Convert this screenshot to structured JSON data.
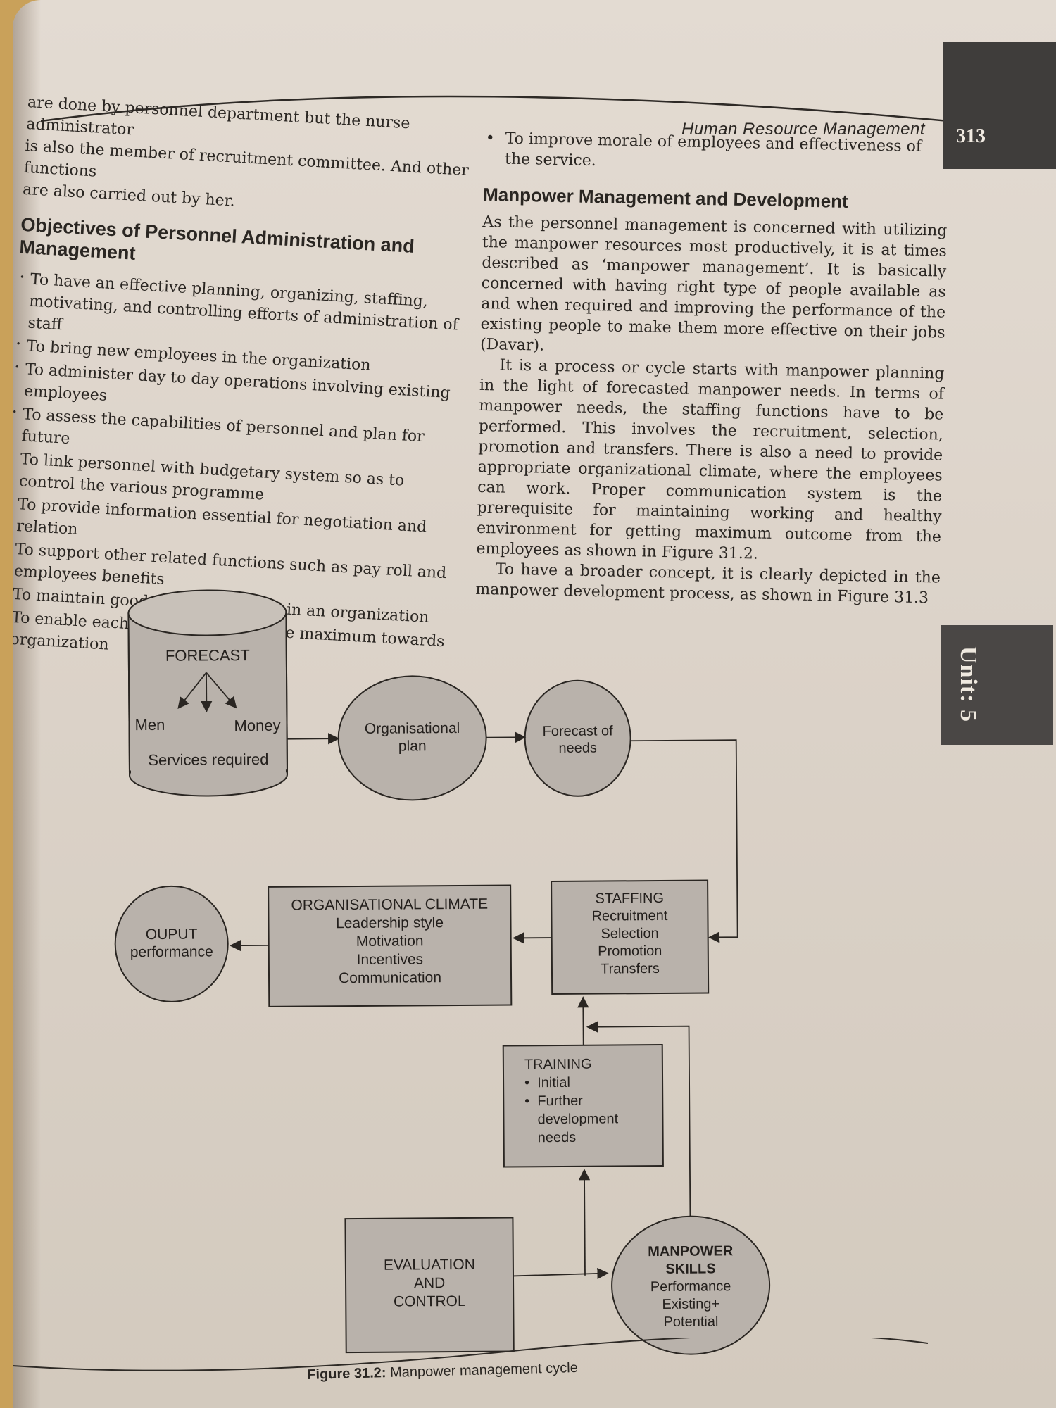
{
  "header": {
    "running_title": "Human Resource Management",
    "page_number": "313",
    "unit_tab": "Unit: 5"
  },
  "left_column": {
    "intro_lines": [
      "are done by personnel department but the nurse administrator",
      "is also the member of recruitment committee. And other functions",
      "are also carried out by her."
    ],
    "heading": "Objectives of Personnel Administration and Management",
    "items": [
      "To have an effective planning, organizing, staffing, motivating, and controlling efforts of administration of staff",
      "To bring new employees in the organization",
      "To administer day to day operations involving existing employees",
      "To assess the capabilities of personnel and plan for future",
      "To link personnel with budgetary system so as to control the various programme",
      "To provide information essential for negotiation and relation",
      "To support other related functions such as pay roll and employees benefits",
      "To maintain good relationship within an organization",
      "To enable each person to contribute maximum towards organization"
    ]
  },
  "right_column": {
    "bullet": "To improve morale of employees and effectiveness of the service.",
    "heading": "Manpower Management and Development",
    "para1": "As the personnel management is concerned with utilizing the manpower resources most productively, it is at times described as ‘manpower management’. It is basically concerned with having right type of people available as and when required and improving the performance of the existing people to make them more effective on their jobs (Davar).",
    "para2": "It is a process or cycle starts with manpower planning in the light of forecasted manpower needs. In terms of manpower needs, the staffing functions have to be performed. This involves the recruitment, selection, promotion and transfers. There is also a need to provide appropriate organizational climate, where the employees can work. Proper communication system is the prerequisite for maintaining working and healthy environment for getting maximum outcome from the employees as shown in Figure 31.2.",
    "para3": "To have a broader concept, it is clearly depicted in the manpower development process, as shown in Figure 31.3"
  },
  "diagram": {
    "forecast": {
      "title": "FORECAST",
      "men": "Men",
      "money": "Money",
      "services": "Services required"
    },
    "org_plan": [
      "Organisational",
      "plan"
    ],
    "forecast_needs": [
      "Forecast of",
      "needs"
    ],
    "staffing": [
      "STAFFING",
      "Recruitment",
      "Selection",
      "Promotion",
      "Transfers"
    ],
    "climate": [
      "ORGANISATIONAL CLIMATE",
      "Leadership style",
      "Motivation",
      "Incentives",
      "Communication"
    ],
    "output": [
      "OUPUT",
      "performance"
    ],
    "training": {
      "title": "TRAINING",
      "items": [
        "Initial",
        "Further development needs"
      ]
    },
    "evaluation": [
      "EVALUATION",
      "AND",
      "CONTROL"
    ],
    "skills": [
      "MANPOWER",
      "SKILLS",
      "Performance",
      "Existing+",
      "Potential"
    ]
  },
  "caption": {
    "label": "Figure 31.2:",
    "text": "Manpower management cycle"
  },
  "colors": {
    "page": "#dcd3c9",
    "shape_fill": "#b9b2ab",
    "tab": "#3f3d3b",
    "ink": "#2a2622"
  }
}
